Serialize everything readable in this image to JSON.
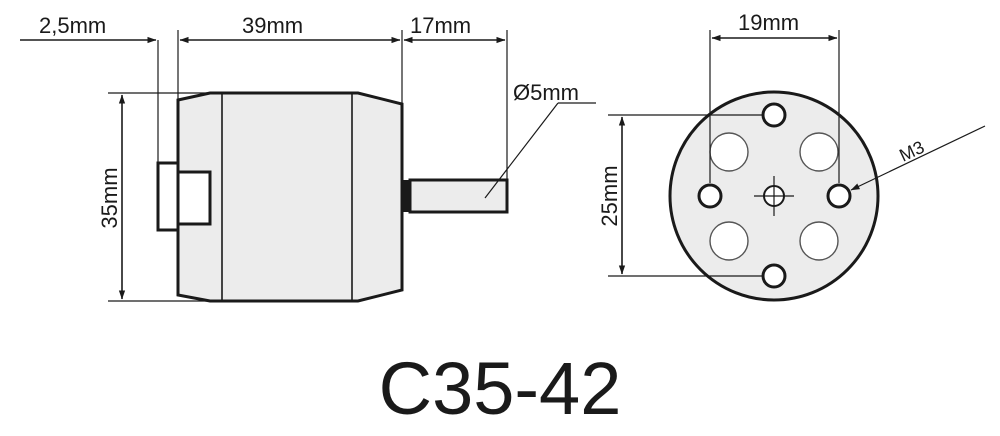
{
  "side_view": {
    "dims": {
      "flange_thickness": "2,5mm",
      "body_length": "39mm",
      "shaft_length": "17mm",
      "shaft_diameter": "Ø5mm",
      "body_diameter": "35mm"
    }
  },
  "front_view": {
    "dims": {
      "horizontal_spacing": "19mm",
      "vertical_spacing": "25mm",
      "screw_thread": "M3"
    }
  },
  "model_name": "C35-42"
}
